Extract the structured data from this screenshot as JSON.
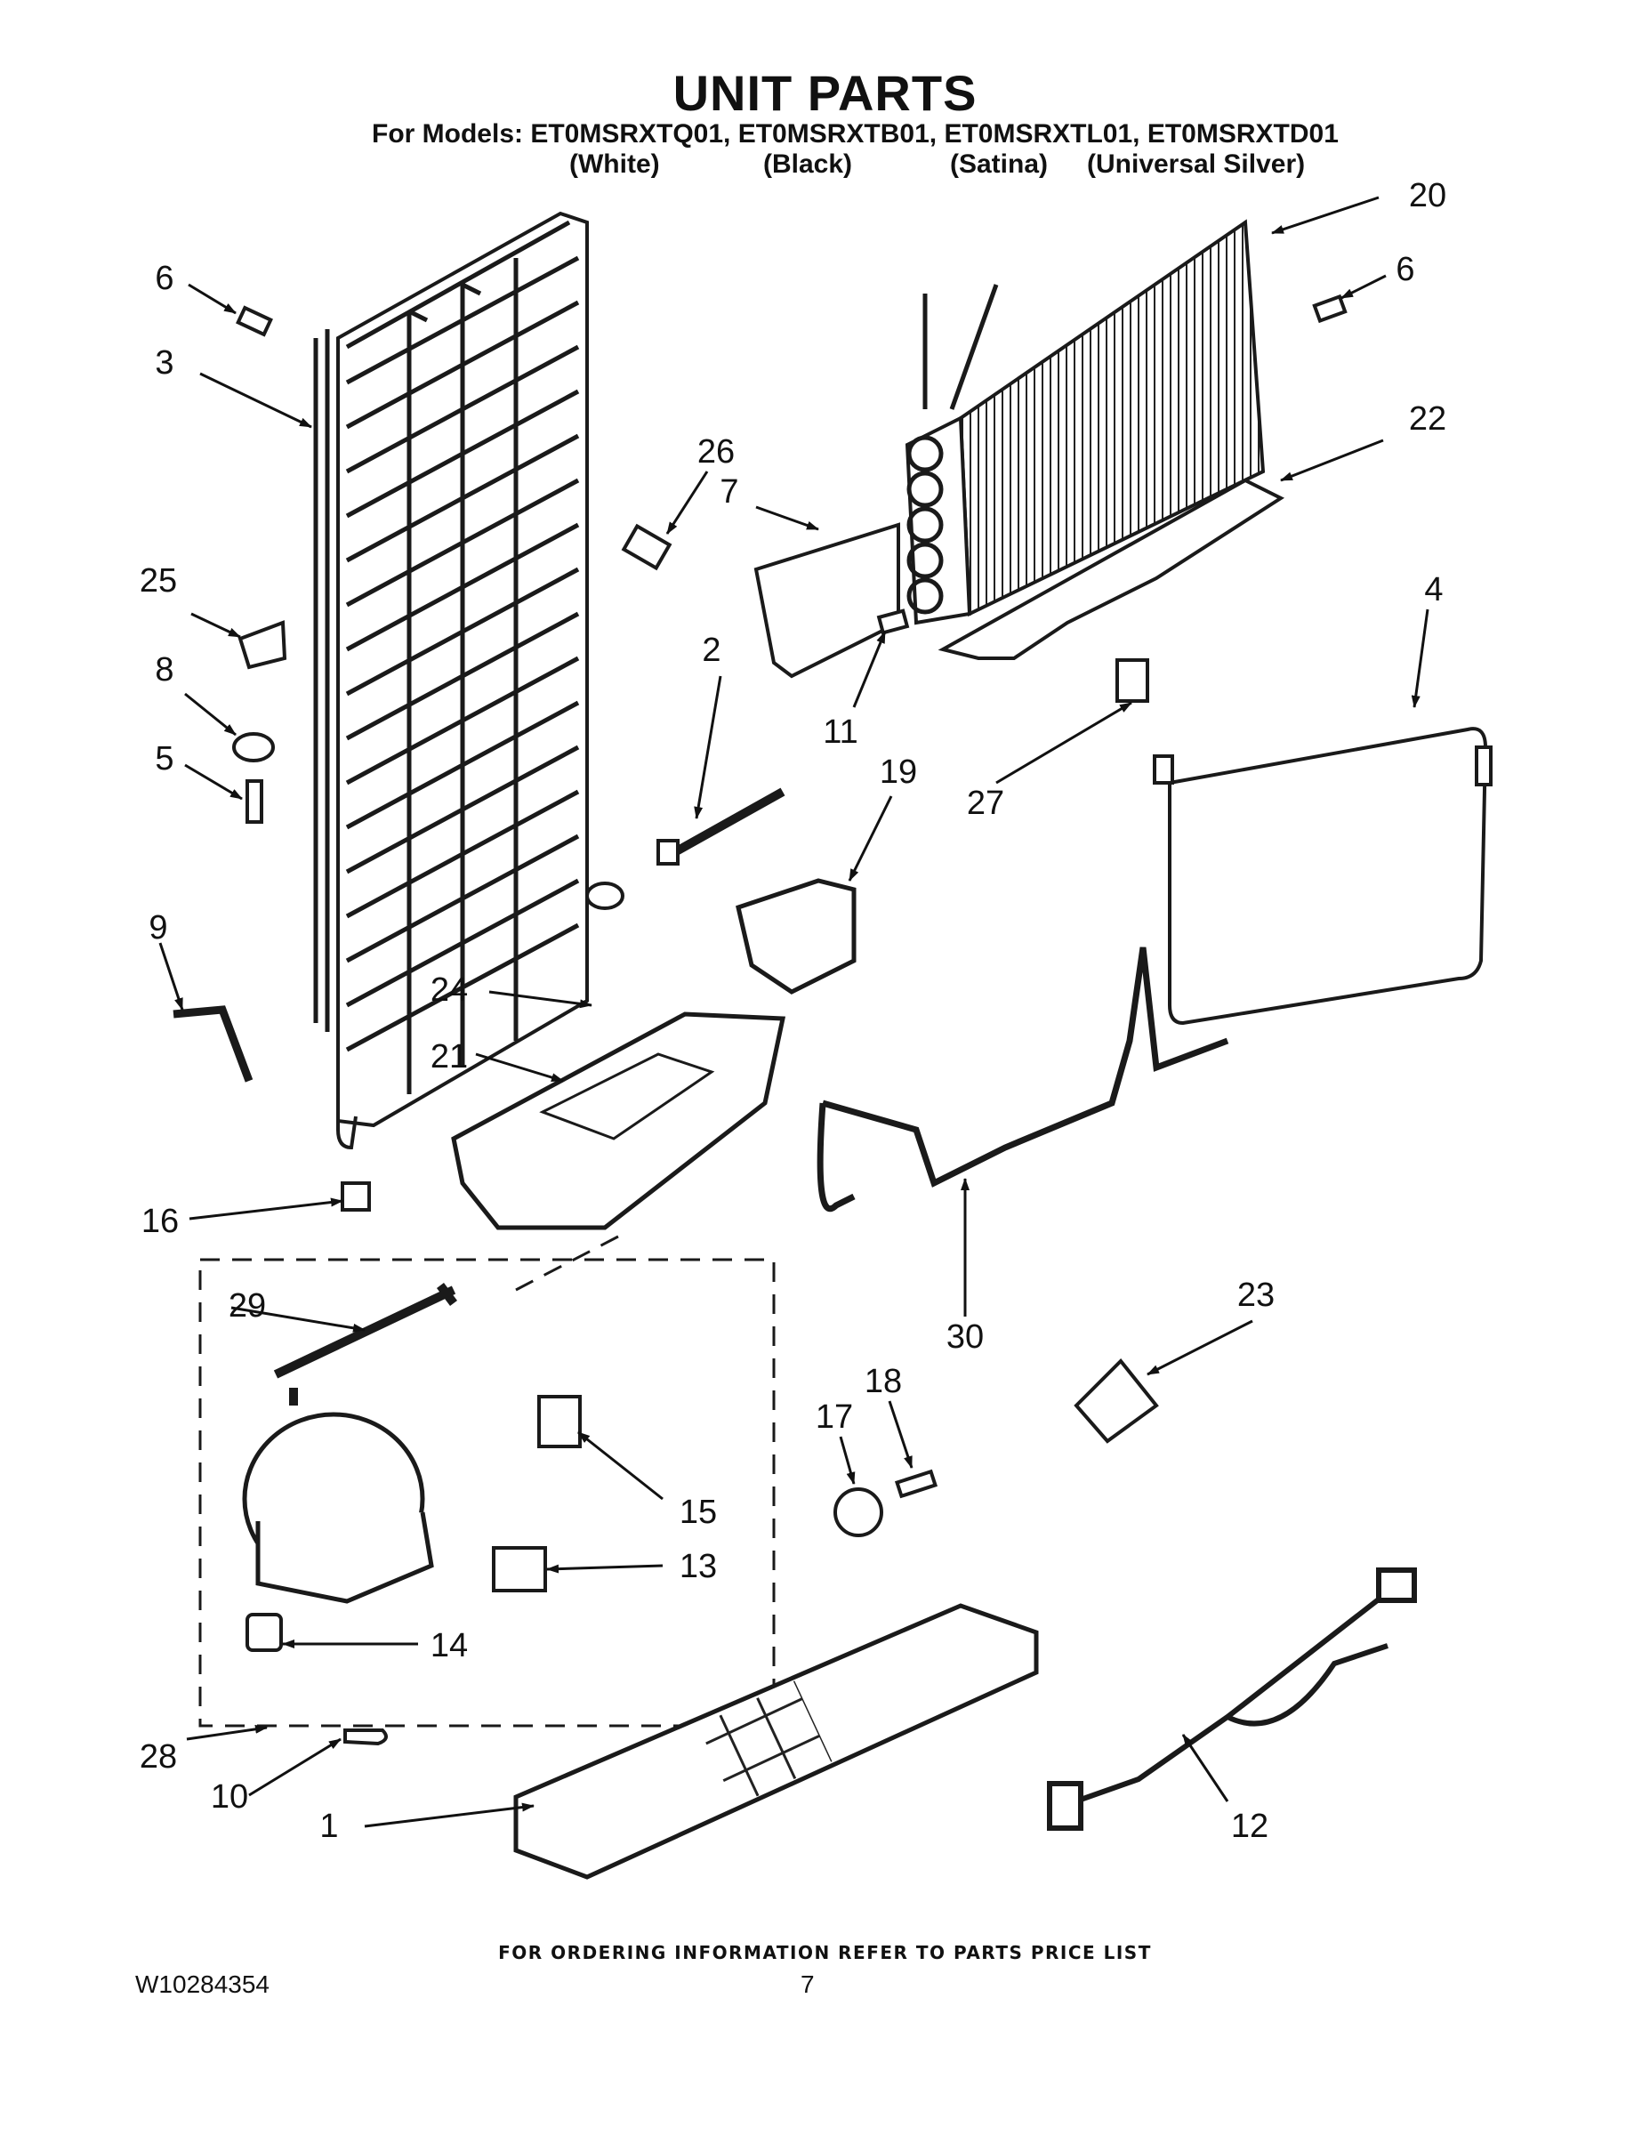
{
  "header": {
    "title": "UNIT PARTS",
    "models_line": "For Models: ET0MSRXTQ01, ET0MSRXTB01, ET0MSRXTL01, ET0MSRXTD01",
    "colors": [
      "(White)",
      "(Black)",
      "(Satina)",
      "(Universal Silver)"
    ]
  },
  "callouts": [
    {
      "id": "c1",
      "text": "1"
    },
    {
      "id": "c2",
      "text": "2"
    },
    {
      "id": "c3",
      "text": "3"
    },
    {
      "id": "c4",
      "text": "4"
    },
    {
      "id": "c5",
      "text": "5"
    },
    {
      "id": "c6a",
      "text": "6"
    },
    {
      "id": "c6b",
      "text": "6"
    },
    {
      "id": "c7",
      "text": "7"
    },
    {
      "id": "c8",
      "text": "8"
    },
    {
      "id": "c9",
      "text": "9"
    },
    {
      "id": "c10",
      "text": "10"
    },
    {
      "id": "c11",
      "text": "11"
    },
    {
      "id": "c12",
      "text": "12"
    },
    {
      "id": "c13",
      "text": "13"
    },
    {
      "id": "c14",
      "text": "14"
    },
    {
      "id": "c15",
      "text": "15"
    },
    {
      "id": "c16",
      "text": "16"
    },
    {
      "id": "c17",
      "text": "17"
    },
    {
      "id": "c18",
      "text": "18"
    },
    {
      "id": "c19",
      "text": "19"
    },
    {
      "id": "c20",
      "text": "20"
    },
    {
      "id": "c21",
      "text": "21"
    },
    {
      "id": "c22",
      "text": "22"
    },
    {
      "id": "c23",
      "text": "23"
    },
    {
      "id": "c24",
      "text": "24"
    },
    {
      "id": "c25",
      "text": "25"
    },
    {
      "id": "c26",
      "text": "26"
    },
    {
      "id": "c27",
      "text": "27"
    },
    {
      "id": "c28",
      "text": "28"
    },
    {
      "id": "c29",
      "text": "29"
    },
    {
      "id": "c30",
      "text": "30"
    }
  ],
  "footer": {
    "ordering_note": "FOR ORDERING INFORMATION REFER TO PARTS PRICE LIST",
    "doc_number": "W10284354",
    "page_number": "7"
  }
}
